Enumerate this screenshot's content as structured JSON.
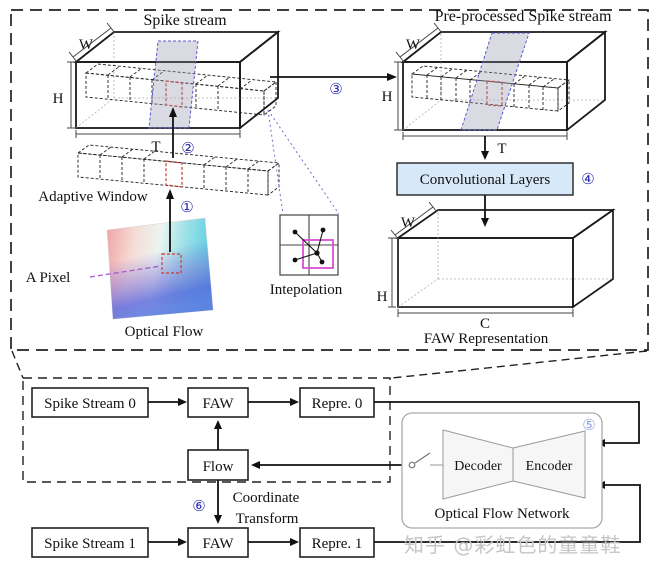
{
  "top_section": {
    "spike_stream_title": "Spike stream",
    "preprocessed_title": "Pre-processed Spike stream",
    "adaptive_window": "Adaptive Window",
    "a_pixel": "A Pixel",
    "optical_flow": "Optical Flow",
    "interpolation": "Intepolation",
    "conv_layers": "Convolutional Layers",
    "faw_representation": "FAW Representation",
    "dim_w": "W",
    "dim_h": "H",
    "dim_t": "T",
    "dim_c": "C"
  },
  "steps": {
    "n1": "①",
    "n2": "②",
    "n3": "③",
    "n4": "④",
    "n5": "⑤",
    "n6": "⑥"
  },
  "pipeline": {
    "spike_stream_0": "Spike Stream 0",
    "spike_stream_1": "Spike Stream 1",
    "faw": "FAW",
    "repre_0": "Repre. 0",
    "repre_1": "Repre. 1",
    "flow": "Flow",
    "coord_line1": "Coordinate",
    "coord_line2": "Transform",
    "decoder": "Decoder",
    "encoder": "Encoder",
    "network_label": "Optical Flow Network"
  },
  "watermark": "知乎 @彩虹色的童童鞋",
  "colors": {
    "cuboid_fill": "#f9e7d6",
    "conv_box_fill": "#d7e9f8",
    "step_number_blue": "#2b2bb2",
    "step5_light_blue": "#8fa6db",
    "red_highlight": "#cc3b30",
    "magenta_box": "#d94fd9",
    "plane_stroke": "#5b5bd0",
    "faw_gradient_left": "#b6c1e6",
    "faw_gradient_right": "#f2b8ca",
    "watermark_gray": "#c6c6c6"
  }
}
